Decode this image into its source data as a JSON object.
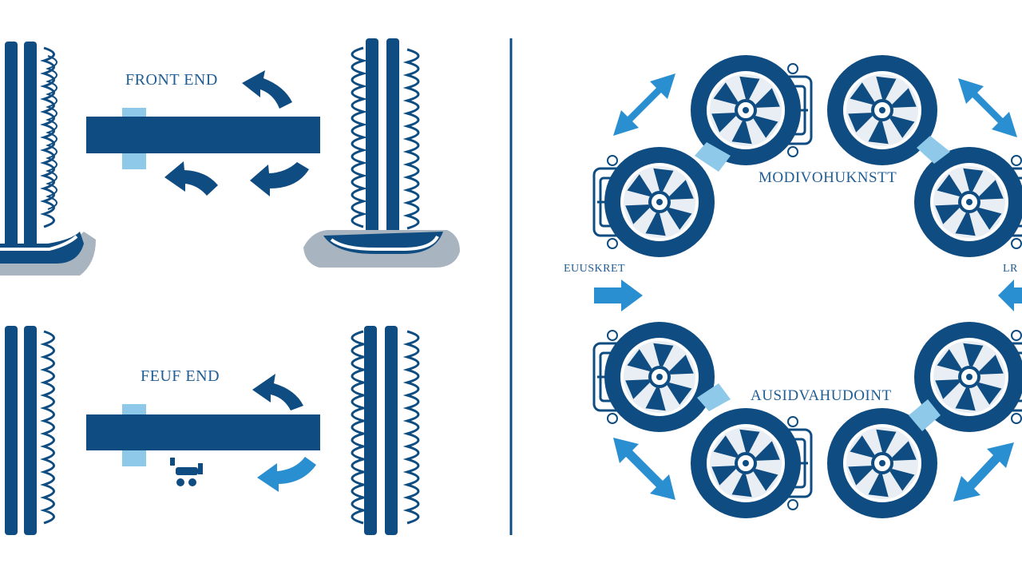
{
  "labels": {
    "front_end": "FRONT END",
    "rear_end": "FEUF END",
    "wheels_top": "MODIVOHUKNSTT",
    "wheels_bottom": "AUSIDVAHUDOINT",
    "left_side": "EUUSKRET",
    "right_side": "LR"
  },
  "colors": {
    "navy": "#0f4c81",
    "blue": "#2a8fd0",
    "light_blue": "#8ec9ea",
    "gray": "#a8b4bf",
    "white": "#ffffff"
  }
}
